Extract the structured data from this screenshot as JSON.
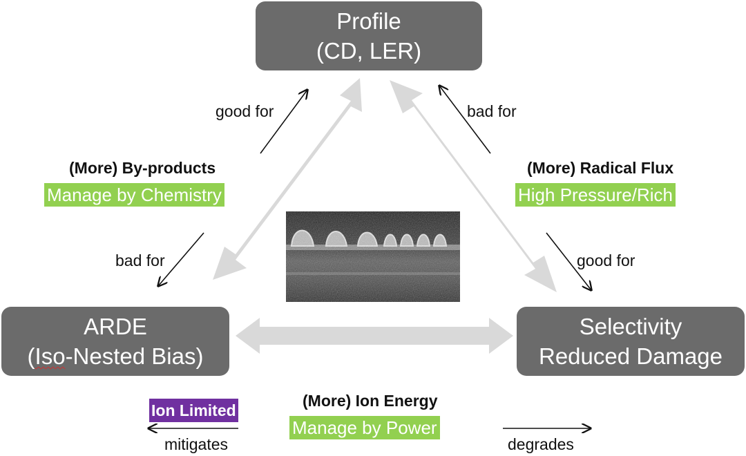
{
  "nodes": {
    "profile": {
      "line1": "Profile",
      "line2": "(CD, LER)"
    },
    "arde": {
      "line1": "ARDE",
      "line2_prefix": "(",
      "line2_underlined": "Iso",
      "line2_suffix": "-Nested Bias)"
    },
    "selectivity": {
      "line1": "Selectivity",
      "line2": "Reduced Damage"
    }
  },
  "labels": {
    "left_good_for": "good for",
    "left_bad_for": "bad for",
    "right_bad_for": "bad for",
    "right_good_for": "good for",
    "mitigates": "mitigates",
    "degrades": "degrades"
  },
  "factors": {
    "byproducts": {
      "title": "(More) By-products",
      "tag": "Manage by Chemistry"
    },
    "radical_flux": {
      "title": "(More) Radical Flux",
      "tag": "High Pressure/Rich"
    },
    "ion_energy": {
      "title": "(More) Ion Energy",
      "tag": "Manage by Power"
    },
    "ion_limited": "Ion Limited"
  },
  "colors": {
    "node_fill": "#6b6b6b",
    "big_arrow": "#d9d9d9",
    "tag_green": "#92d050",
    "tag_purple": "#7030a0"
  }
}
